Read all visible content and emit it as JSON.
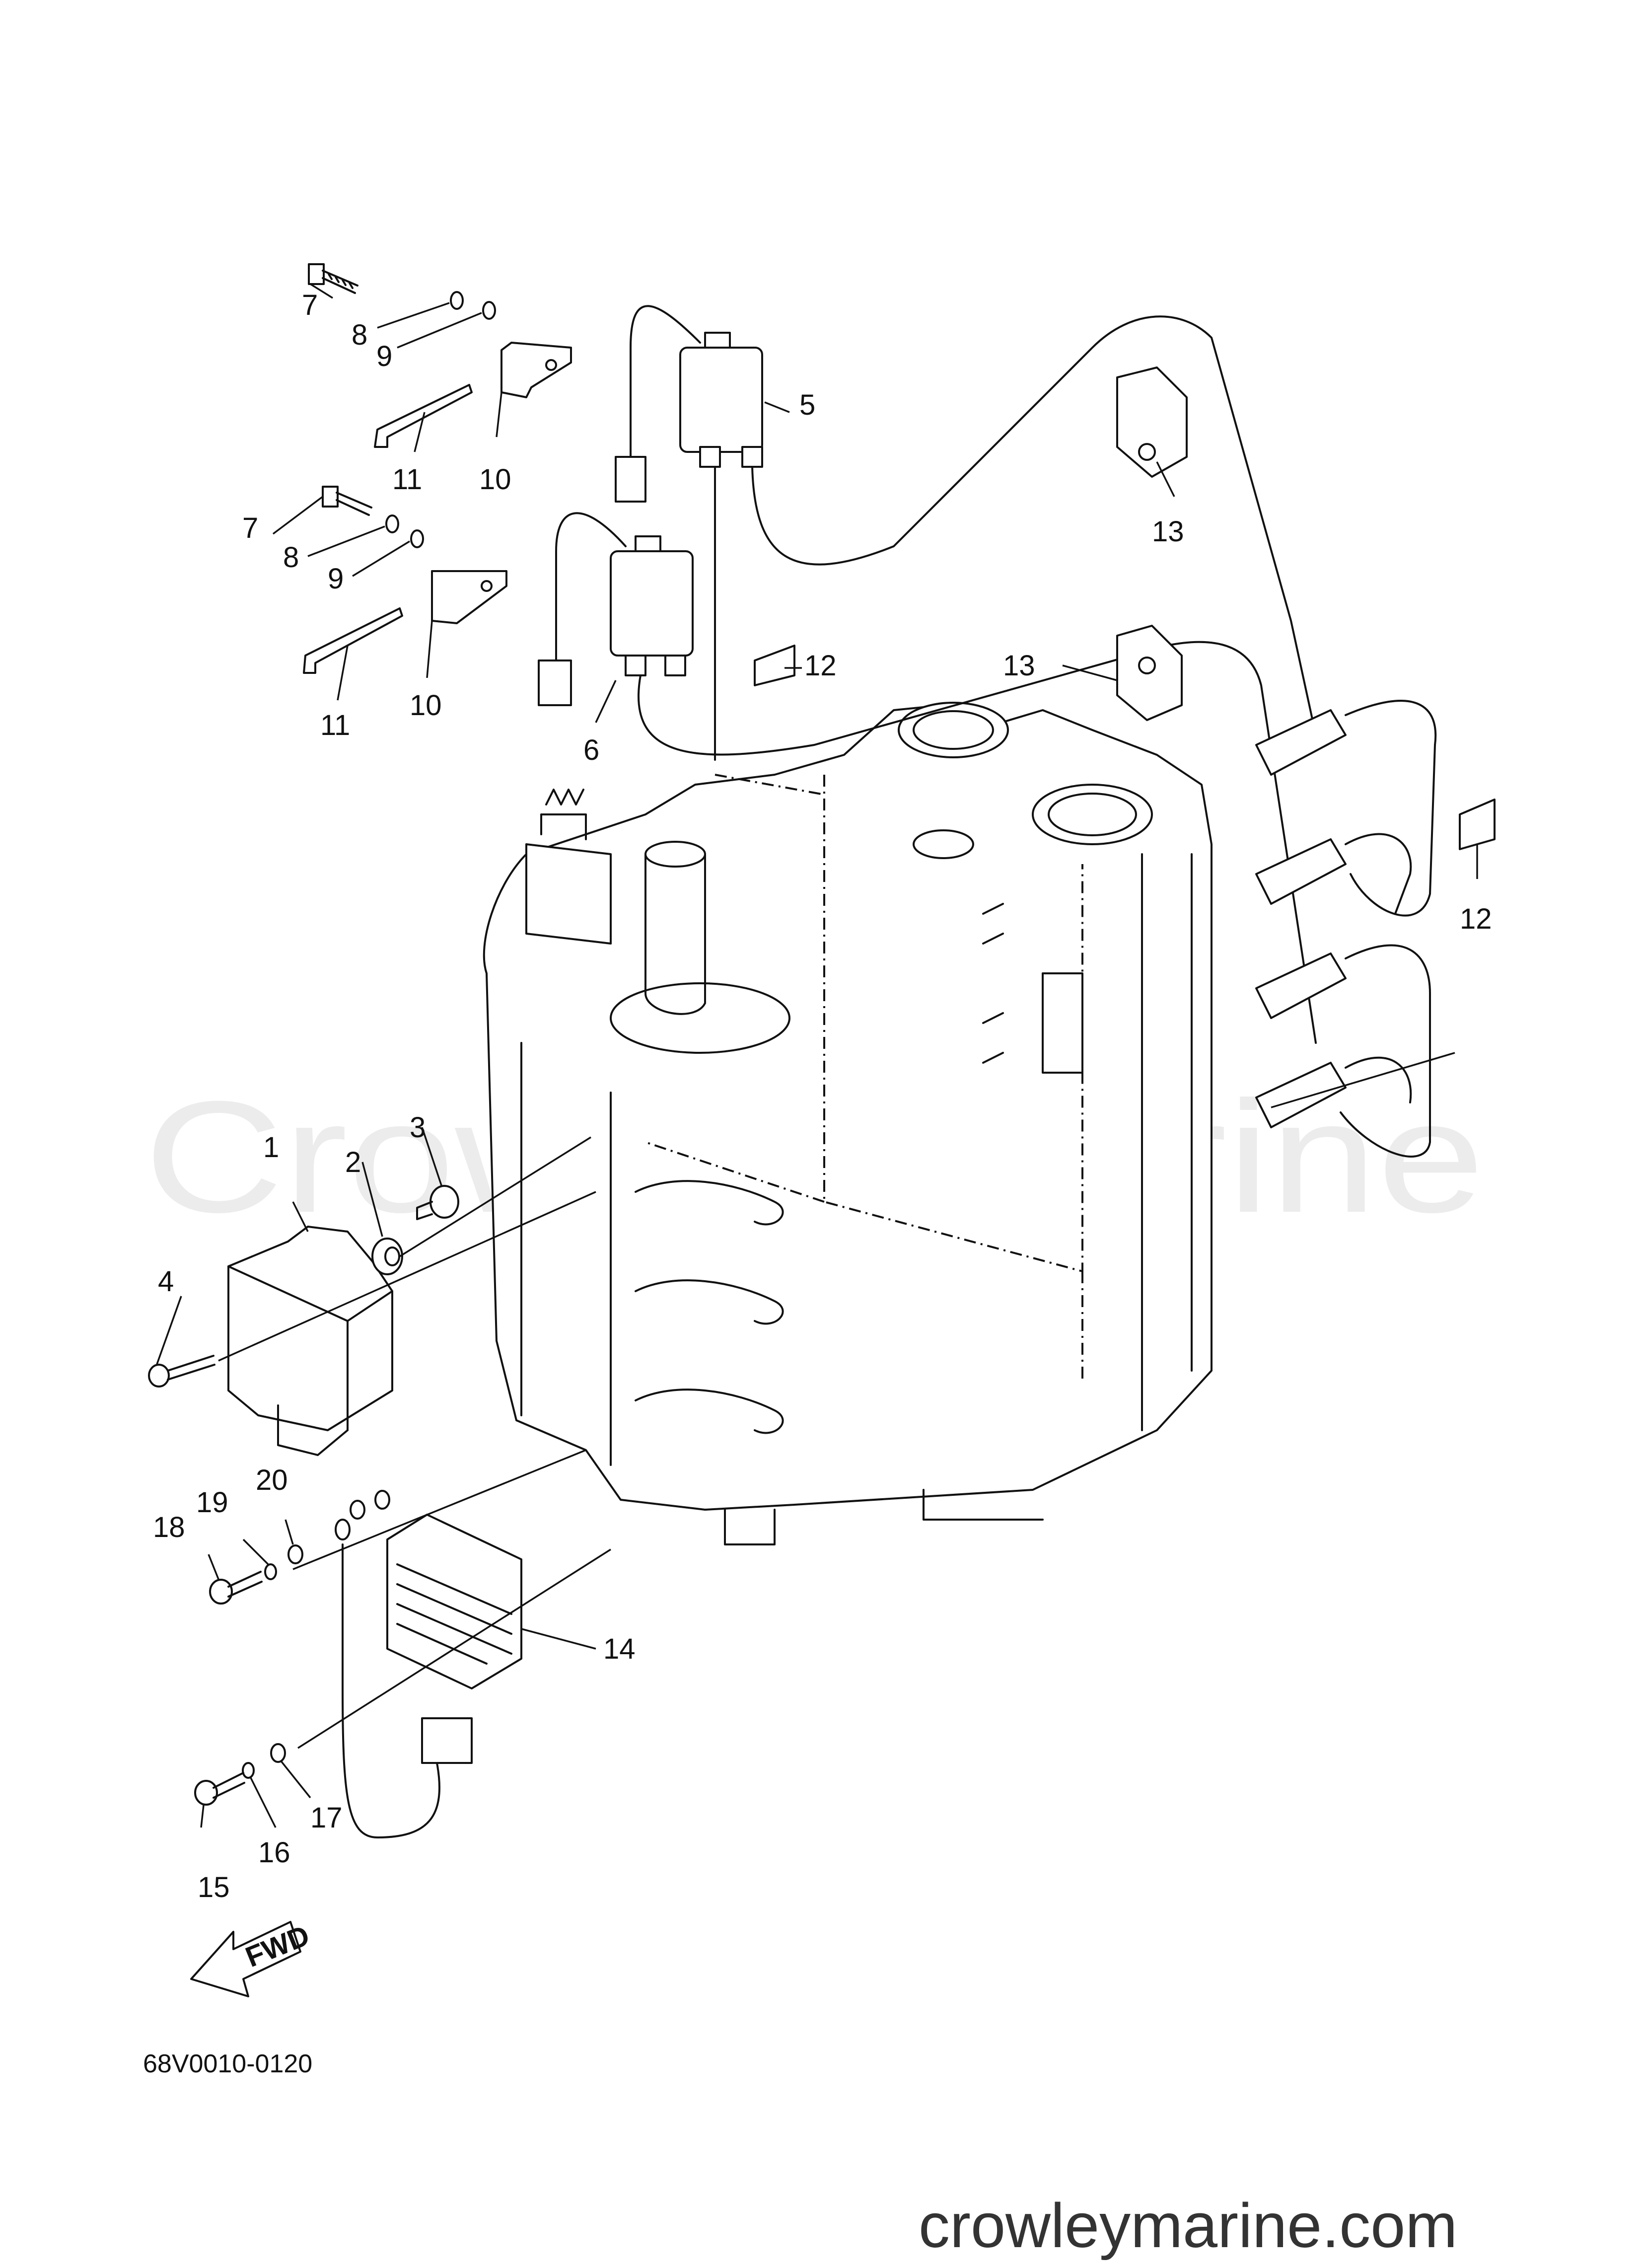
{
  "diagram": {
    "part_code": "68V0010-0120",
    "fwd_label": "FWD",
    "watermark": "Crowley Marine",
    "site": "crowleymarine.com",
    "callouts": [
      "1",
      "2",
      "3",
      "4",
      "5",
      "6",
      "7",
      "7",
      "8",
      "8",
      "9",
      "9",
      "10",
      "10",
      "11",
      "11",
      "12",
      "12",
      "13",
      "13",
      "14",
      "15",
      "16",
      "17",
      "18",
      "19",
      "20"
    ]
  },
  "colors": {
    "ink": "#111111",
    "watermark": "#ececec",
    "site_text": "#333333"
  }
}
